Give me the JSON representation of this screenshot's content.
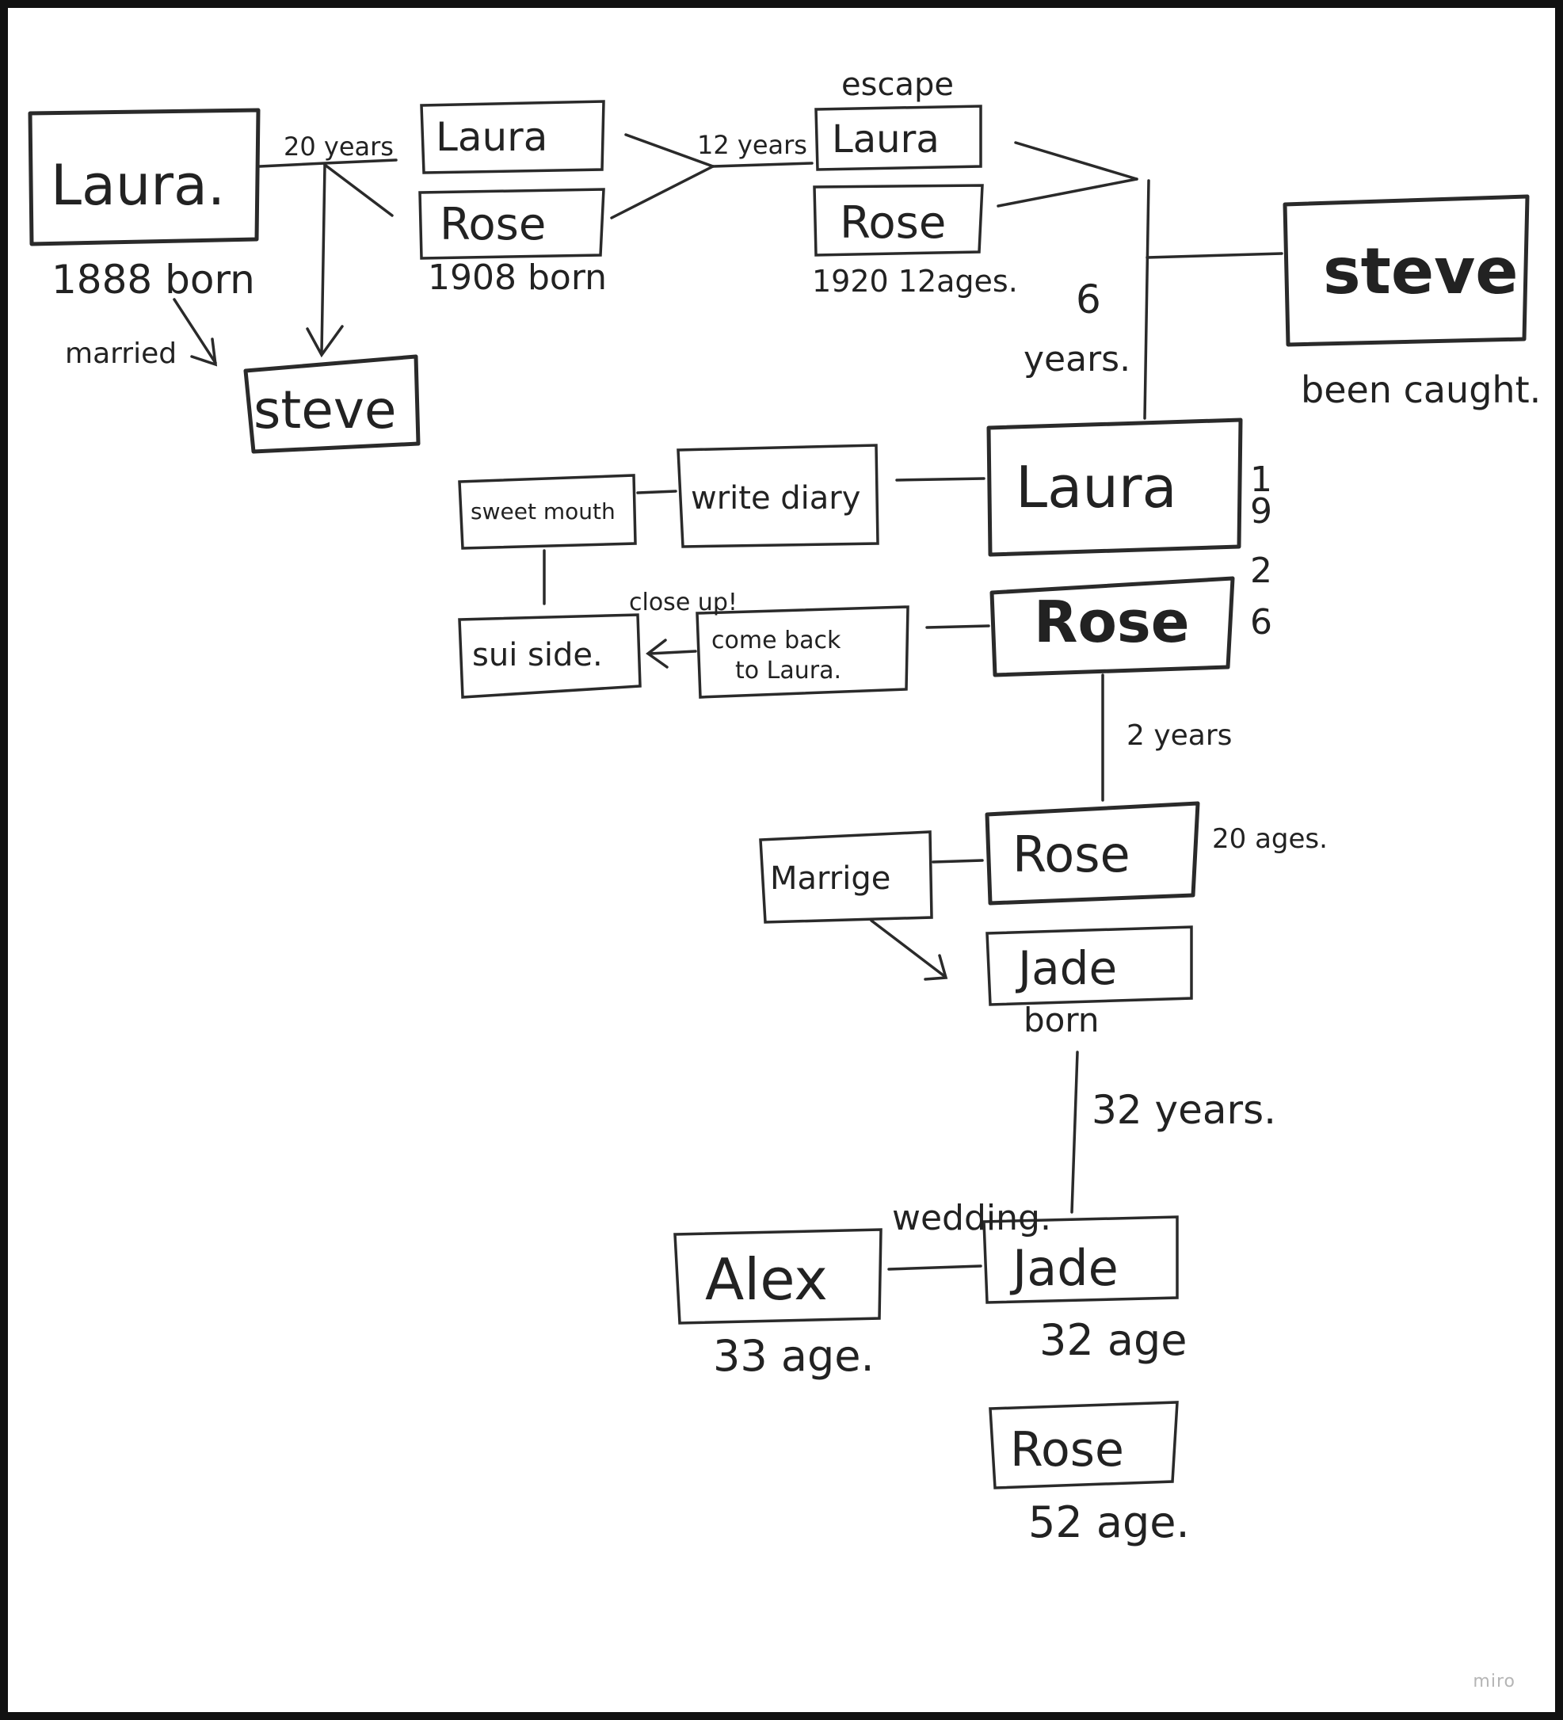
{
  "diagram": {
    "nodes": {
      "laura_1888": "Laura.",
      "laura_1908": "Laura",
      "rose_1908": "Rose",
      "laura_1920": "Laura",
      "rose_1920": "Rose",
      "steve_married": "steve",
      "steve_caught": "steve",
      "laura_1926": "Laura",
      "rose_1926": "Rose",
      "write_diary": "write diary",
      "sweet_mouth": "sweet mouth",
      "suicide": "sui side.",
      "come_back_line1": "come back",
      "come_back_line2": "to Laura.",
      "rose_20": "Rose",
      "marriage": "Marrige",
      "jade_born": "Jade",
      "alex": "Alex",
      "jade_32": "Jade",
      "rose_52": "Rose"
    },
    "labels": {
      "born_1888": "1888 born",
      "married": "married",
      "twenty_years": "20 years",
      "born_1908": "1908 born",
      "twelve_years": "12 years",
      "escape": "escape",
      "ages_1920": "1920 12ages.",
      "six_years_a": "6",
      "six_years_b": "years.",
      "been_caught": "been caught.",
      "year_1": "1",
      "year_9": "9",
      "year_2": "2",
      "year_6": "6",
      "close_up": "close up!",
      "two_years": "2 years",
      "twenty_ages": "20 ages.",
      "born": "born",
      "thirty_two_years": "32 years.",
      "wedding": "wedding.",
      "age_33": "33 age.",
      "age_32": "32 age",
      "age_52": "52 age."
    }
  },
  "watermark": "miro"
}
